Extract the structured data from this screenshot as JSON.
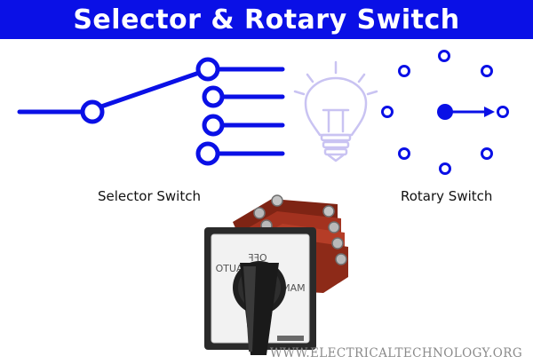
{
  "title": "Selector & Rotary Switch",
  "labels": {
    "selector_switch": "Selector Switch",
    "rotary_switch": "Rotary Switch"
  },
  "switch_face": {
    "off": "OFF",
    "auto": "AUTO",
    "man": "MAN"
  },
  "watermark": "WWW.ELECTRICALTECHNOLOGY.ORG",
  "colors": {
    "primary_blue": "#0a10e6",
    "bulb_lavender": "#c9c3f2",
    "terminal_red": "#a3321f",
    "knob_black": "#1a1a1a"
  },
  "icons": {
    "bulb": "light-bulb-icon",
    "arrow": "arrow-right-icon"
  }
}
